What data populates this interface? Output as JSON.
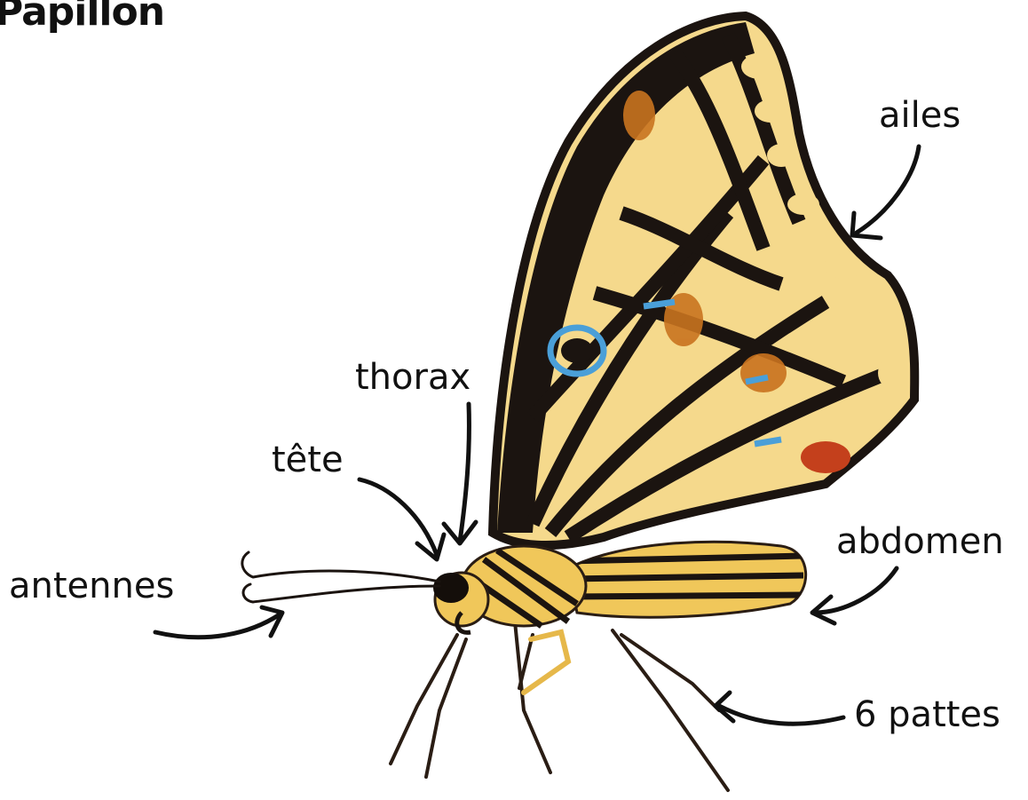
{
  "title": "Papillon",
  "labels": {
    "ailes": "ailes",
    "thorax": "thorax",
    "tete": "tête",
    "antennes": "antennes",
    "abdomen": "abdomen",
    "pattes": "6 pattes"
  },
  "colors": {
    "wing_cream": "#f5d98c",
    "wing_black": "#1b1410",
    "wing_orange": "#c9731f",
    "spot_blue": "#4a9fd8",
    "spot_red": "#c4401c",
    "body_yellow": "#f0c75a"
  }
}
